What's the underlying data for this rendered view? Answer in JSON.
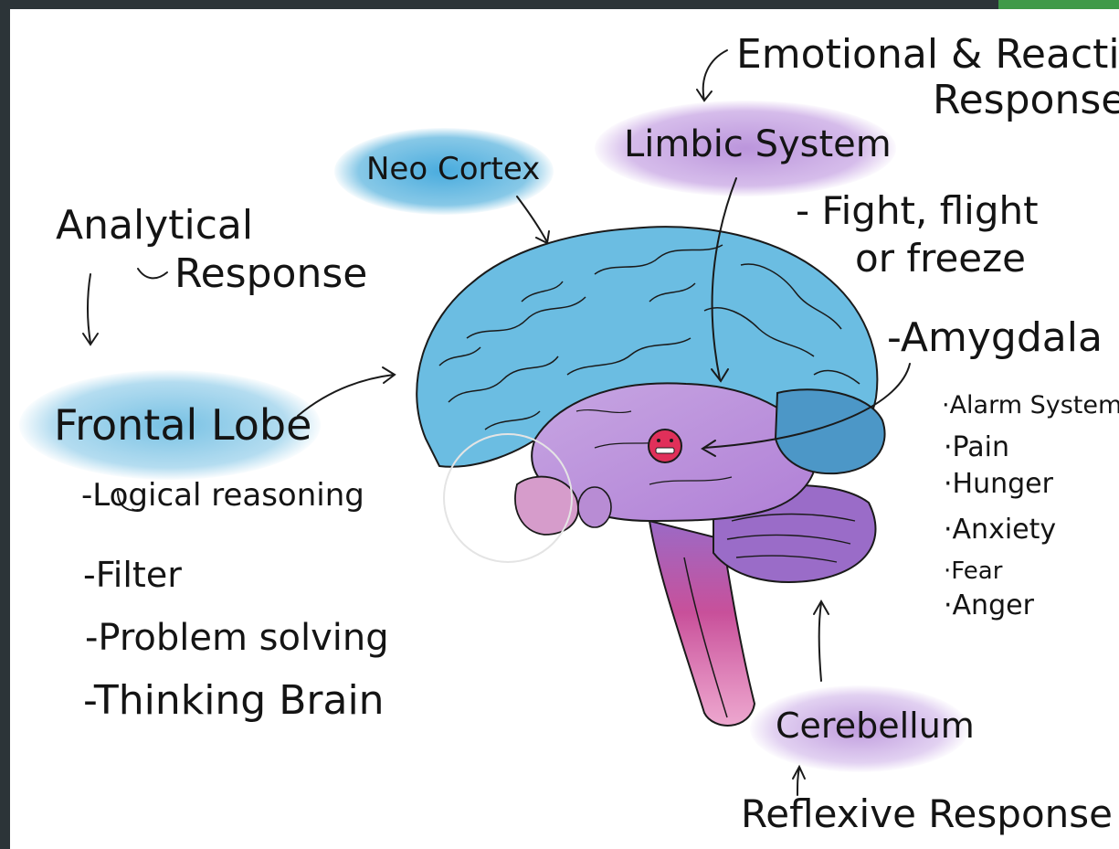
{
  "labels": {
    "emotional_response_line1": "Emotional & Reactive",
    "emotional_response_line2": "Response",
    "limbic_system": "Limbic System",
    "neo_cortex": "Neo Cortex",
    "analytical_response_line1": "Analytical",
    "analytical_response_line2": "Response",
    "frontal_lobe": "Frontal Lobe",
    "cerebellum": "Cerebellum",
    "reflexive_response": "Reflexive Response",
    "amygdala": "-Amygdala"
  },
  "frontal_lobe_points": [
    "-Logical reasoning",
    "-Filter",
    "-Problem solving",
    "-Thinking Brain"
  ],
  "limbic_points": [
    "- Fight, flight",
    "or freeze"
  ],
  "amygdala_points": [
    "·Alarm System",
    "·Pain",
    "·Hunger",
    "·Anxiety",
    "·Fear",
    "·Anger"
  ],
  "colors": {
    "neo_cortex_blue": "#5fb6df",
    "limbic_purple": "#b48ad8",
    "cerebellum_purple": "#9a6cc8",
    "brainstem_pink": "#d14a92",
    "amygdala_red": "#e0305a",
    "frame_dark": "#2c3438",
    "corner_green": "#3f9a48"
  },
  "icons": {
    "arrow": "curved-arrow-icon"
  }
}
